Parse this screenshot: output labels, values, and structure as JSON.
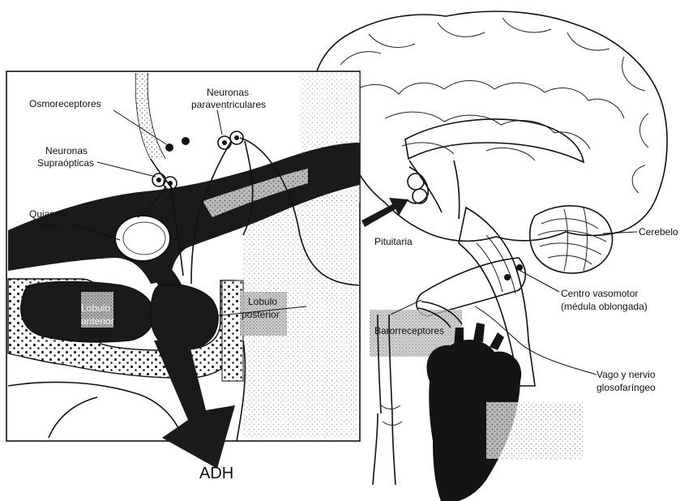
{
  "labels": {
    "osmoreceptores": "Osmoreceptores",
    "neuronas_paraventriculares_1": "Neuronas",
    "neuronas_paraventriculares_2": "paraventriculares",
    "neuronas_supraopticas_1": "Neuronas",
    "neuronas_supraopticas_2": "Supraópticas",
    "quiasma_optico_1": "Quiasma",
    "quiasma_optico_2": "óptico",
    "lobulo_anterior_1": "Lobulo",
    "lobulo_anterior_2": "anterior",
    "lobulo_posterior_1": "Lobulo",
    "lobulo_posterior_2": "posterior",
    "pituitaria": "Pituitaria",
    "cerebelo": "Cerebelo",
    "centro_vasomotor_1": "Centro vasomotor",
    "centro_vasomotor_2": "(médula oblongada)",
    "barorreceptores": "Barorreceptores",
    "vago_1": "Vago y nervio",
    "vago_2": "glosofaríngeo",
    "adh": "ADH"
  },
  "colors": {
    "ink": "#111111",
    "fill_dark": "#1a1a1a",
    "stipple": "#8a8a8a",
    "paper": "#ffffff"
  }
}
